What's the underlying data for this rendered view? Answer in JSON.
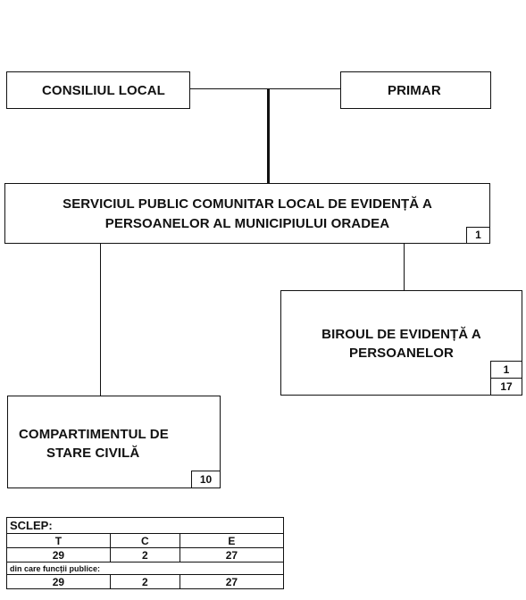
{
  "boxes": {
    "consiliul": {
      "title": "CONSILIUL LOCAL"
    },
    "primar": {
      "title": "PRIMAR"
    },
    "serviciul": {
      "line1": "SERVICIUL PUBLIC COMUNITAR LOCAL DE EVIDENȚĂ A",
      "line2": "PERSOANELOR AL MUNICIPIULUI ORADEA",
      "count": "1"
    },
    "biroul": {
      "line1": "BIROUL  DE EVIDENȚĂ A",
      "line2": "PERSOANELOR",
      "count_top": "1",
      "count_bottom": "17"
    },
    "compartimentul": {
      "line1": "COMPARTIMENTUL DE",
      "line2": "STARE CIVILĂ",
      "count": "10"
    }
  },
  "sclep": {
    "title": "SCLEP:",
    "headers": [
      "T",
      "C",
      "E"
    ],
    "totals": [
      "29",
      "2",
      "27"
    ],
    "subtitle": "din care funcții publice:",
    "public": [
      "29",
      "2",
      "27"
    ]
  }
}
